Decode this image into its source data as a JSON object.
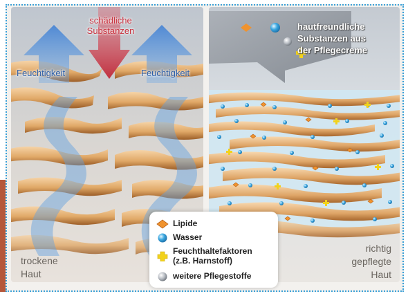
{
  "left_panel": {
    "harmful_label_line1": "schädliche",
    "harmful_label_line2": "Substanzen",
    "moisture_left": "Feuchtigkeit",
    "moisture_right": "Feuchtigkeit",
    "caption_line1": "trockene",
    "caption_line2": "Haut"
  },
  "right_panel": {
    "cream_line1": "hautfreundliche",
    "cream_line2": "Substanzen aus",
    "cream_line3": "der Pflegecreme",
    "caption_line1": "richtig",
    "caption_line2": "gepflegte",
    "caption_line3": "Haut"
  },
  "legend": {
    "items": [
      {
        "label": "Lipide",
        "icon": "orange-diamond-icon",
        "color": "#f0932e"
      },
      {
        "label": "Wasser",
        "icon": "blue-sphere-icon",
        "color": "#2e9bd6"
      },
      {
        "label": "Feuchthaltefaktoren",
        "sublabel": "(z.B. Harnstoff)",
        "icon": "yellow-cross-icon",
        "color": "#f2d21b"
      },
      {
        "label": "weitere Pflegestoffe",
        "icon": "grey-sphere-icon",
        "color": "#b8bcc2"
      }
    ]
  },
  "colors": {
    "skin_light": "#f1c693",
    "skin_dark": "#b06f33",
    "moisture_arrow": "#4f8fd8",
    "harm_arrow": "#c84050",
    "water_layer": "#cde8f4"
  }
}
